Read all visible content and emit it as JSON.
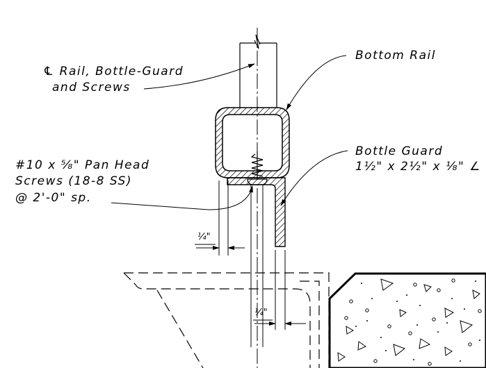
{
  "labels": {
    "centerline_symbol": "℄",
    "centerline_line1": "Rail, Bottle-Guard",
    "centerline_line2": "and Screws",
    "bottom_rail": "Bottom Rail",
    "bottle_guard_line1": "Bottle Guard",
    "bottle_guard_line2": "1½\" x 2½\" x ⅛\" ∠",
    "screws_line1": "#10 x ⅝\" Pan Head",
    "screws_line2": "Screws (18-8 SS)",
    "screws_line3": "@ 2'-0\" sp."
  },
  "dimensions": {
    "screw_offset": "¼\"",
    "guard_offset": "¼\""
  }
}
